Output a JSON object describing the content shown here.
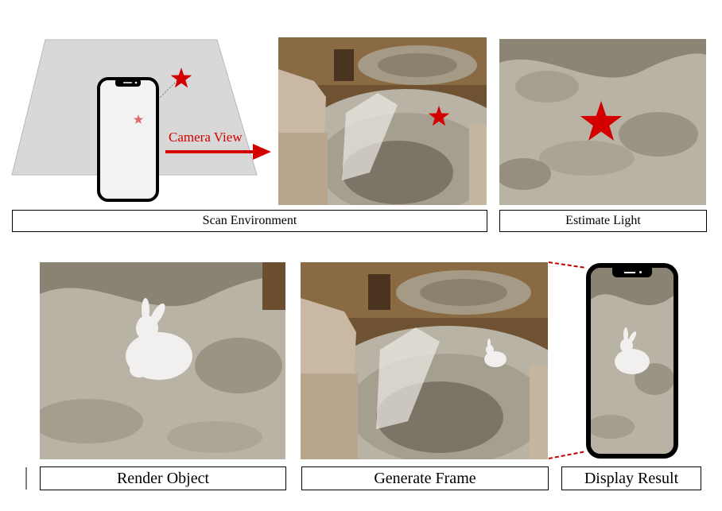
{
  "labels": {
    "camera_view": "Camera View"
  },
  "captions": {
    "scan": "Scan Environment",
    "estimate": "Estimate Light",
    "render": "Render Object",
    "generate": "Generate Frame",
    "display": "Display Result"
  },
  "colors": {
    "accent_red": "#d40000",
    "plane_gray": "#d8d8d8",
    "carpet_base": "#bdb7ac",
    "floor_wood": "#7a5a34",
    "sofa": "#c9b9a4"
  },
  "icons": [
    "star-icon",
    "phone-icon",
    "arrow-icon",
    "bunny-icon"
  ]
}
